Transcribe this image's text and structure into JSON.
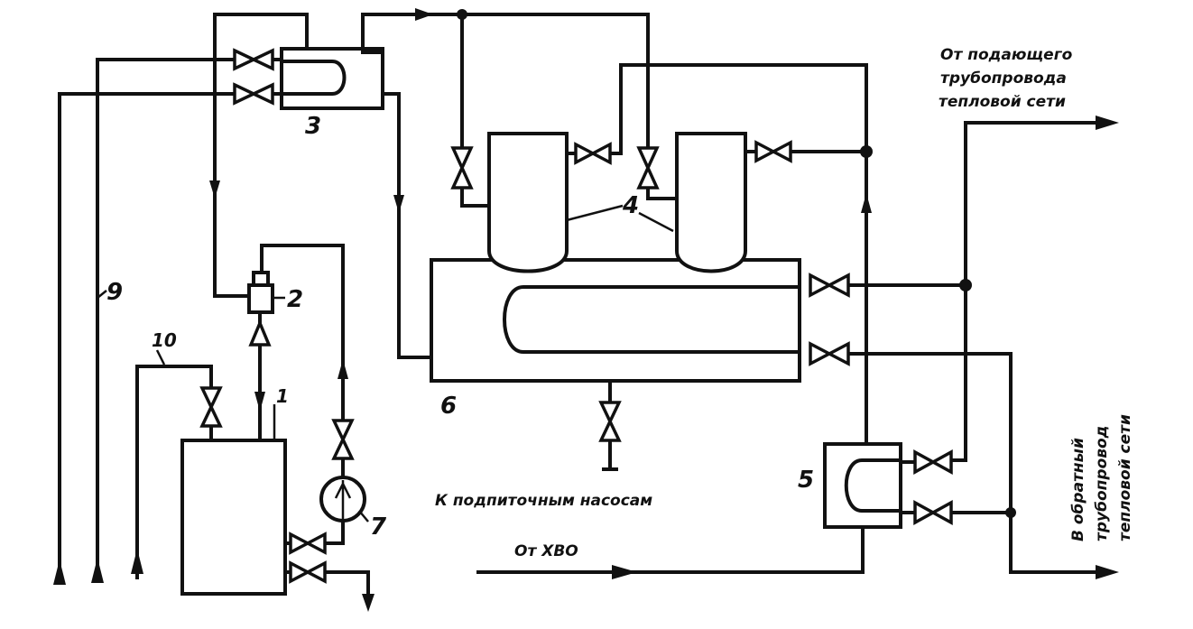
{
  "labels": {
    "n1": "1",
    "n2": "2",
    "n3": "3",
    "n4": "4",
    "n5": "5",
    "n6": "6",
    "n7": "7",
    "n9": "9",
    "n10": "10"
  },
  "texts": {
    "from_supply_1": "От подающего",
    "from_supply_2": "трубопровода",
    "from_supply_3": "тепловой сети",
    "to_makeup_pumps": "К подпиточным насосам",
    "from_hvo": "От ХВО",
    "to_return_1": "В обратный",
    "to_return_2": "трубопровод",
    "to_return_3": "тепловой сети"
  }
}
